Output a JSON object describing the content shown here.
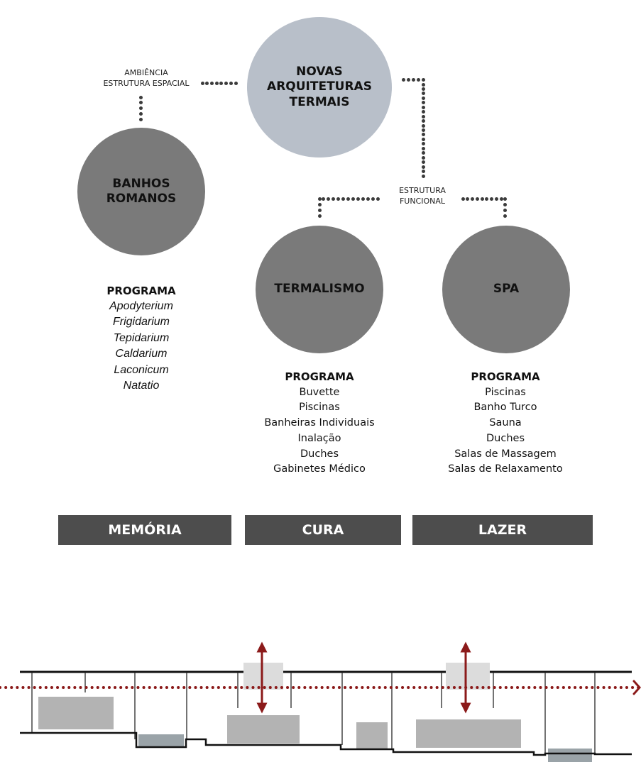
{
  "nodes": {
    "novas": "NOVAS\nARQUITETURAS\nTERMAIS",
    "banhos": "BANHOS\nROMANOS",
    "termalismo": "TERMALISMO",
    "spa": "SPA"
  },
  "labels": {
    "ambiencia": "AMBIÊNCIA\nESTRUTURA ESPACIAL",
    "estrutura": "ESTRUTURA\nFUNCIONAL"
  },
  "programs": {
    "heading": "PROGRAMA",
    "banhos": [
      "Apodyterium",
      "Frigidarium",
      "Tepidarium",
      "Caldarium",
      "Laconicum",
      "Natatio"
    ],
    "termalismo": [
      "Buvette",
      "Piscinas",
      "Banheiras Individuais",
      "Inalação",
      "Duches",
      "Gabinetes Médico"
    ],
    "spa": [
      "Piscinas",
      "Banho Turco",
      "Sauna",
      "Duches",
      "Salas de Massagem",
      "Salas de Relaxamento"
    ]
  },
  "bars": {
    "memoria": "MEMÓRIA",
    "cura": "CURA",
    "lazer": "LAZER"
  },
  "colors": {
    "dark_circle": "#7a7a7a",
    "light_circle": "#b8bfc9",
    "bar": "#4d4d4d",
    "dotted_line": "#8b1a1a",
    "arrow": "#8b1a1a"
  }
}
